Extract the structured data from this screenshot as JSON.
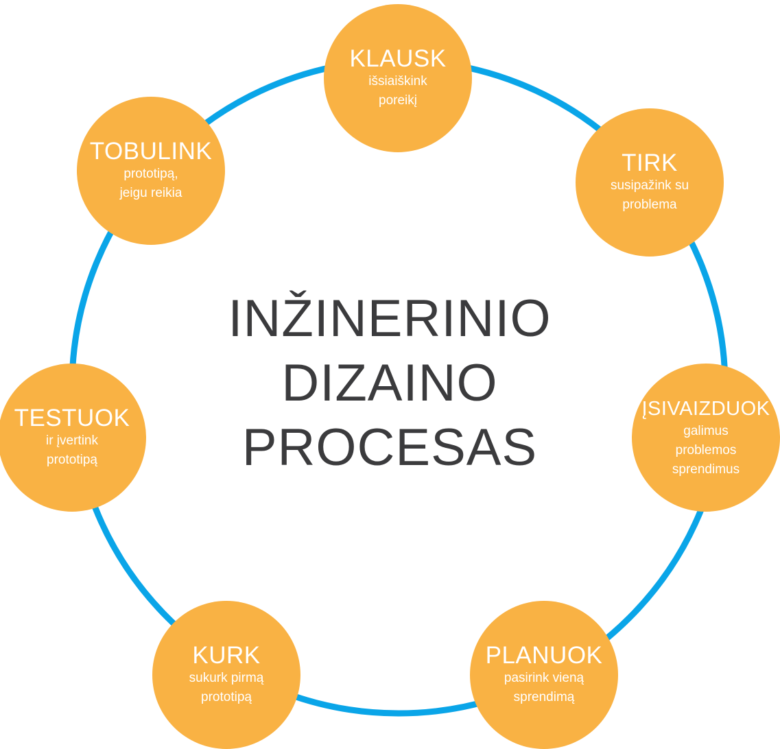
{
  "diagram": {
    "title": {
      "line1": "INŽINERINIO",
      "line2": "DIZAINO",
      "line3": "PROCESAS"
    },
    "colors": {
      "ring": "#0aa5e8",
      "node_fill": "#f9b244",
      "node_text": "#ffffff",
      "title_text": "#3b3b3d"
    },
    "steps": [
      {
        "heading": "KLAUSK",
        "lines": [
          "išsiaiškink",
          "poreikį"
        ]
      },
      {
        "heading": "TIRK",
        "lines": [
          "susipažink su",
          "problema"
        ]
      },
      {
        "heading": "ĮSIVAIZDUOK",
        "lines": [
          "galimus",
          "problemos",
          "sprendimus"
        ]
      },
      {
        "heading": "PLANUOK",
        "lines": [
          "pasirink vieną",
          "sprendimą"
        ]
      },
      {
        "heading": "KURK",
        "lines": [
          "sukurk pirmą",
          "prototipą"
        ]
      },
      {
        "heading": "TESTUOK",
        "lines": [
          "ir įvertink",
          "prototipą"
        ]
      },
      {
        "heading": "TOBULINK",
        "lines": [
          "prototipą,",
          "jeigu reikia"
        ]
      }
    ]
  }
}
